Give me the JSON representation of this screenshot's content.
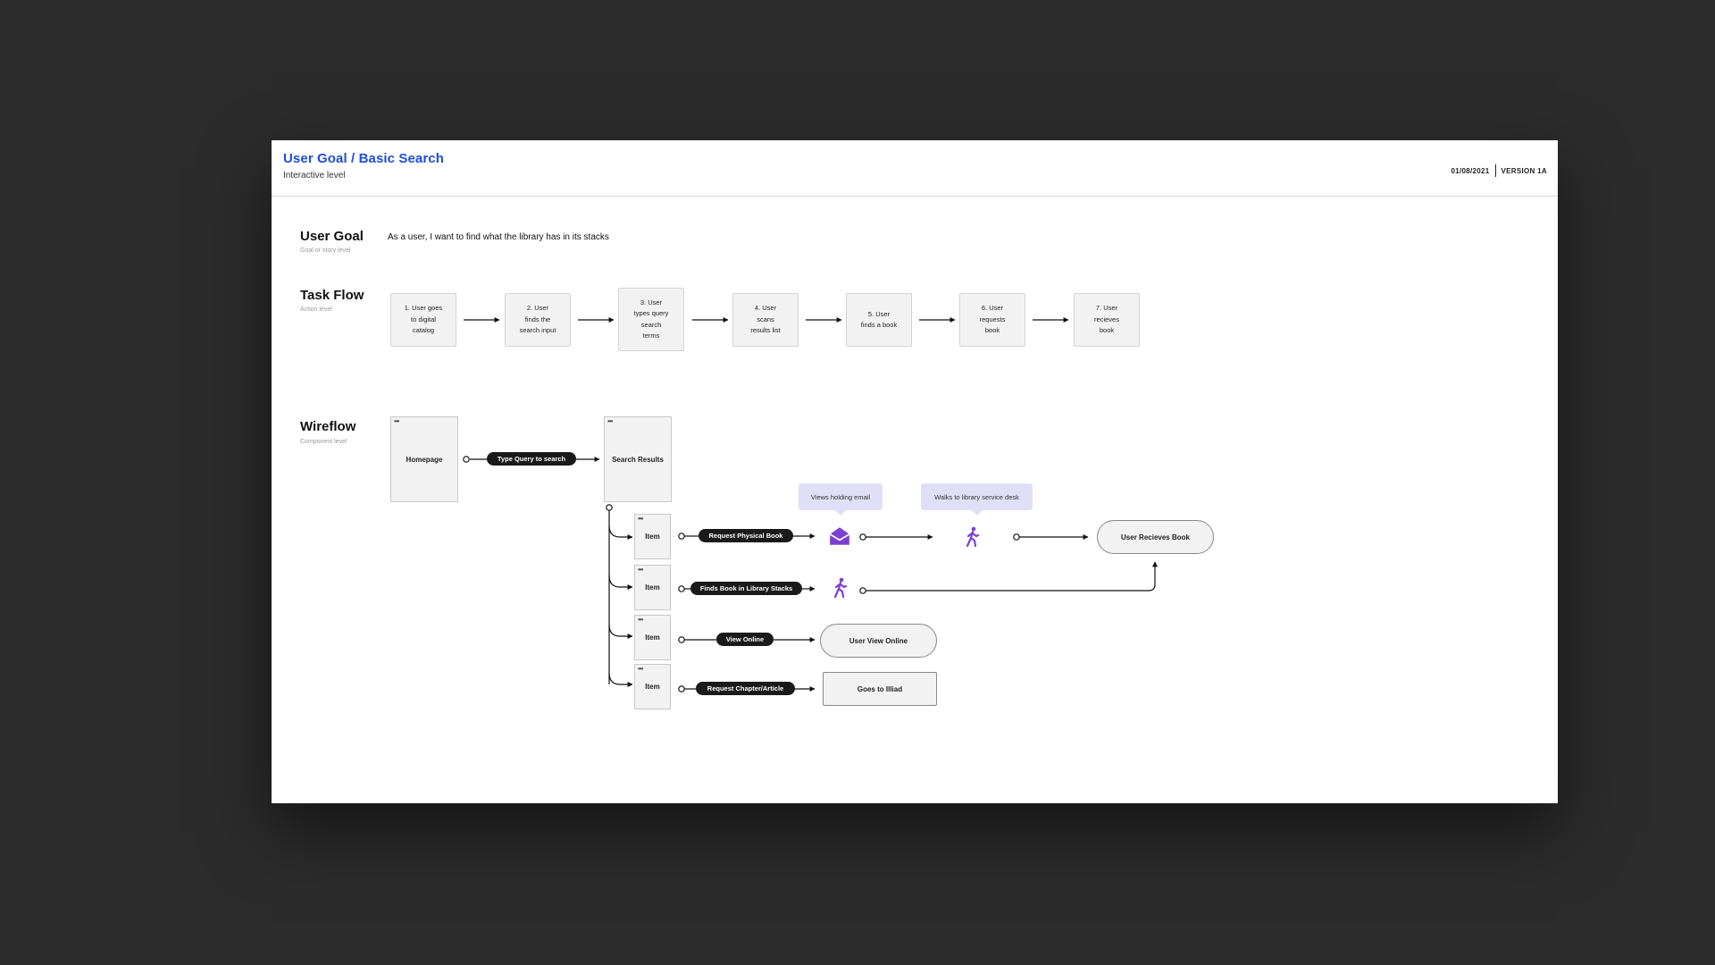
{
  "header": {
    "title": "User Goal / Basic Search",
    "subtitle": "Interactive level",
    "date": "01/08/2021",
    "version": "VERSION 1A"
  },
  "user_goal": {
    "title": "User Goal",
    "subtitle": "Goal or story level",
    "text": "As a user, I want to find what the library has in its stacks"
  },
  "task_flow": {
    "title": "Task Flow",
    "subtitle": "Action level",
    "steps": [
      [
        "1. User goes",
        "to digital",
        "catalog"
      ],
      [
        "2. User",
        "finds the",
        "search input"
      ],
      [
        "3. User",
        "types query",
        "search",
        "terms"
      ],
      [
        "4. User",
        "scans",
        "results list"
      ],
      [
        "5. User",
        "finds a book"
      ],
      [
        "6. User",
        "requests",
        "book"
      ],
      [
        "7. User",
        "recieves",
        "book"
      ]
    ]
  },
  "wireflow": {
    "title": "Wireflow",
    "subtitle": "Component level",
    "homepage": "Homepage",
    "type_query": "Type Query to search",
    "search_results": "Search Results",
    "item_label": "Item",
    "actions": {
      "request_physical": "Request Physical Book",
      "finds_in_stacks": "Finds Book in Library Stacks",
      "view_online": "View Online",
      "request_chapter": "Request Chapter/Article"
    },
    "callouts": {
      "holding_email": "Views holding email",
      "service_desk": "Walks to library service desk"
    },
    "outcomes": {
      "receives_book": "User Recieves Book",
      "view_online": "User View Online",
      "goes_to_illiad": "Goes to Illiad"
    },
    "icons": {
      "email": "envelope-open-icon",
      "walk": "walking-person-icon"
    }
  },
  "colors": {
    "title_blue": "#1b4fd6",
    "icon_purple": "#7b3fd4",
    "callout_bg": "#dfe0f7",
    "pill_bg": "#1a1a1a"
  }
}
